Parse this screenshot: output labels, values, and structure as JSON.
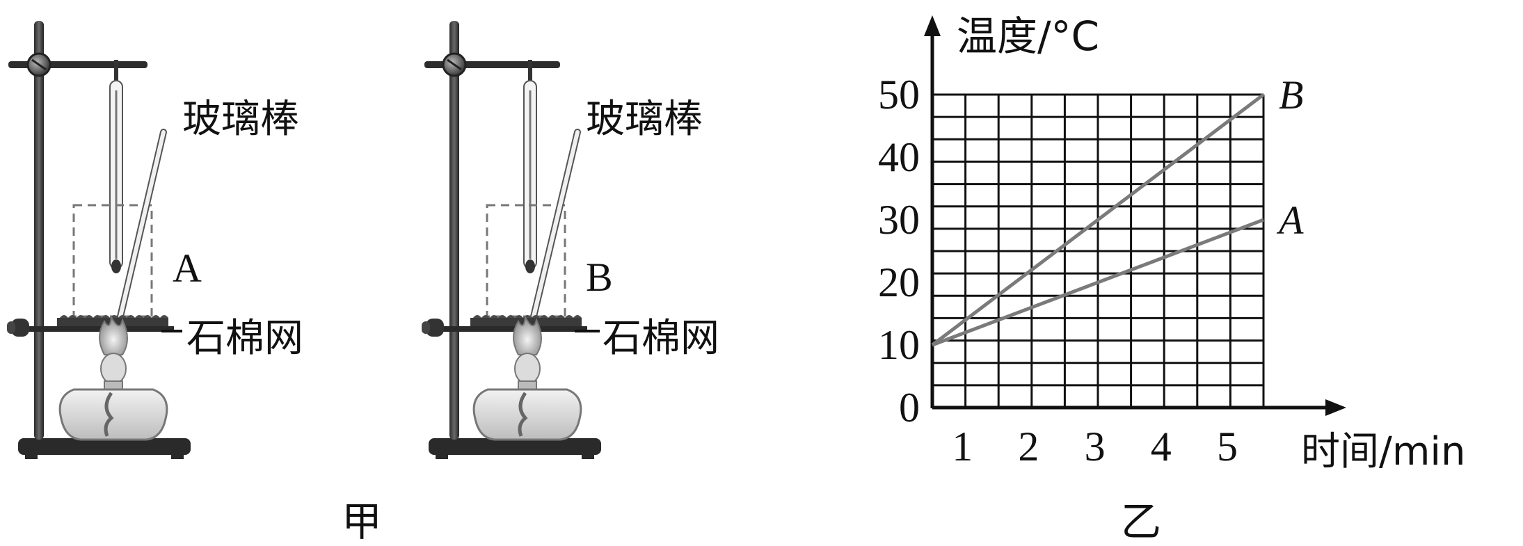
{
  "figures": {
    "left_label": "甲",
    "right_label": "乙"
  },
  "apparatus": [
    {
      "liquid": "A",
      "rod_label": "玻璃棒",
      "gauze_label": "石棉网"
    },
    {
      "liquid": "B",
      "rod_label": "玻璃棒",
      "gauze_label": "石棉网"
    }
  ],
  "chart_data": {
    "type": "line",
    "ylabel": "温度/°C",
    "xlabel": "时间/min",
    "x_ticks": [
      "1",
      "2",
      "3",
      "4",
      "5"
    ],
    "y_ticks": [
      "0",
      "10",
      "20",
      "30",
      "40",
      "50"
    ],
    "xlim": [
      0,
      5
    ],
    "ylim": [
      0,
      50
    ],
    "grid": true,
    "series": [
      {
        "name": "B",
        "x": [
          0,
          5
        ],
        "y": [
          10,
          50
        ]
      },
      {
        "name": "A",
        "x": [
          0,
          5
        ],
        "y": [
          10,
          30
        ]
      }
    ]
  }
}
